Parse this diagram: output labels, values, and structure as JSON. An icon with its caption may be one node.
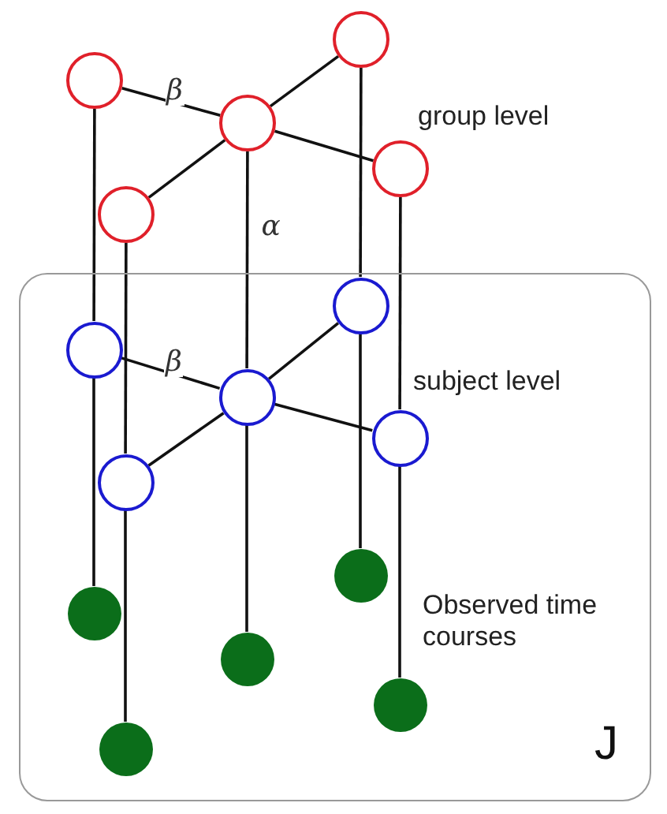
{
  "diagram": {
    "nodes": [
      {
        "text": [
          "J"
        ]
      },
      {
        "text": [],
        "shape": "circle"
      },
      {
        "text": [],
        "shape": "circle"
      },
      {
        "text": [],
        "shape": "circle"
      },
      {
        "text": [],
        "shape": "circle"
      },
      {
        "text": [],
        "shape": "circle"
      },
      {
        "text": [],
        "shape": "circle",
        "in": 0
      },
      {
        "text": [],
        "shape": "circle",
        "in": 0
      },
      {
        "text": [],
        "shape": "circle",
        "in": 0
      },
      {
        "text": [],
        "shape": "circle",
        "in": 0
      },
      {
        "text": [],
        "shape": "circle",
        "in": 0
      },
      {
        "text": [],
        "shape": "circle",
        "in": 0
      },
      {
        "text": [],
        "shape": "circle",
        "in": 0
      },
      {
        "text": [],
        "shape": "circle",
        "in": 0
      },
      {
        "text": [],
        "shape": "circle",
        "in": 0
      },
      {
        "text": [],
        "shape": "circle",
        "in": 0
      }
    ],
    "edges": [
      {
        "from": 1,
        "to": 3,
        "arrow": "none",
        "label": "β"
      },
      {
        "from": 2,
        "to": 3,
        "arrow": "none"
      },
      {
        "from": 3,
        "to": 4,
        "arrow": "none"
      },
      {
        "from": 3,
        "to": 5,
        "arrow": "none"
      },
      {
        "from": 1,
        "to": 7,
        "arrow": "none"
      },
      {
        "from": 2,
        "to": 6,
        "arrow": "none"
      },
      {
        "from": 3,
        "to": 8,
        "arrow": "none",
        "label": "α"
      },
      {
        "from": 4,
        "to": 9,
        "arrow": "none"
      },
      {
        "from": 5,
        "to": 10,
        "arrow": "none"
      },
      {
        "from": 7,
        "to": 8,
        "arrow": "none",
        "label": "β"
      },
      {
        "from": 6,
        "to": 8,
        "arrow": "none"
      },
      {
        "from": 8,
        "to": 9,
        "arrow": "none"
      },
      {
        "from": 8,
        "to": 10,
        "arrow": "none"
      },
      {
        "from": 6,
        "to": 11,
        "arrow": "none"
      },
      {
        "from": 7,
        "to": 12,
        "arrow": "none"
      },
      {
        "from": 8,
        "to": 13,
        "arrow": "none"
      },
      {
        "from": 9,
        "to": 14,
        "arrow": "none"
      },
      {
        "from": 10,
        "to": 15,
        "arrow": "none"
      }
    ],
    "labels": [
      "group level",
      "subject level",
      "Observed time courses"
    ]
  }
}
